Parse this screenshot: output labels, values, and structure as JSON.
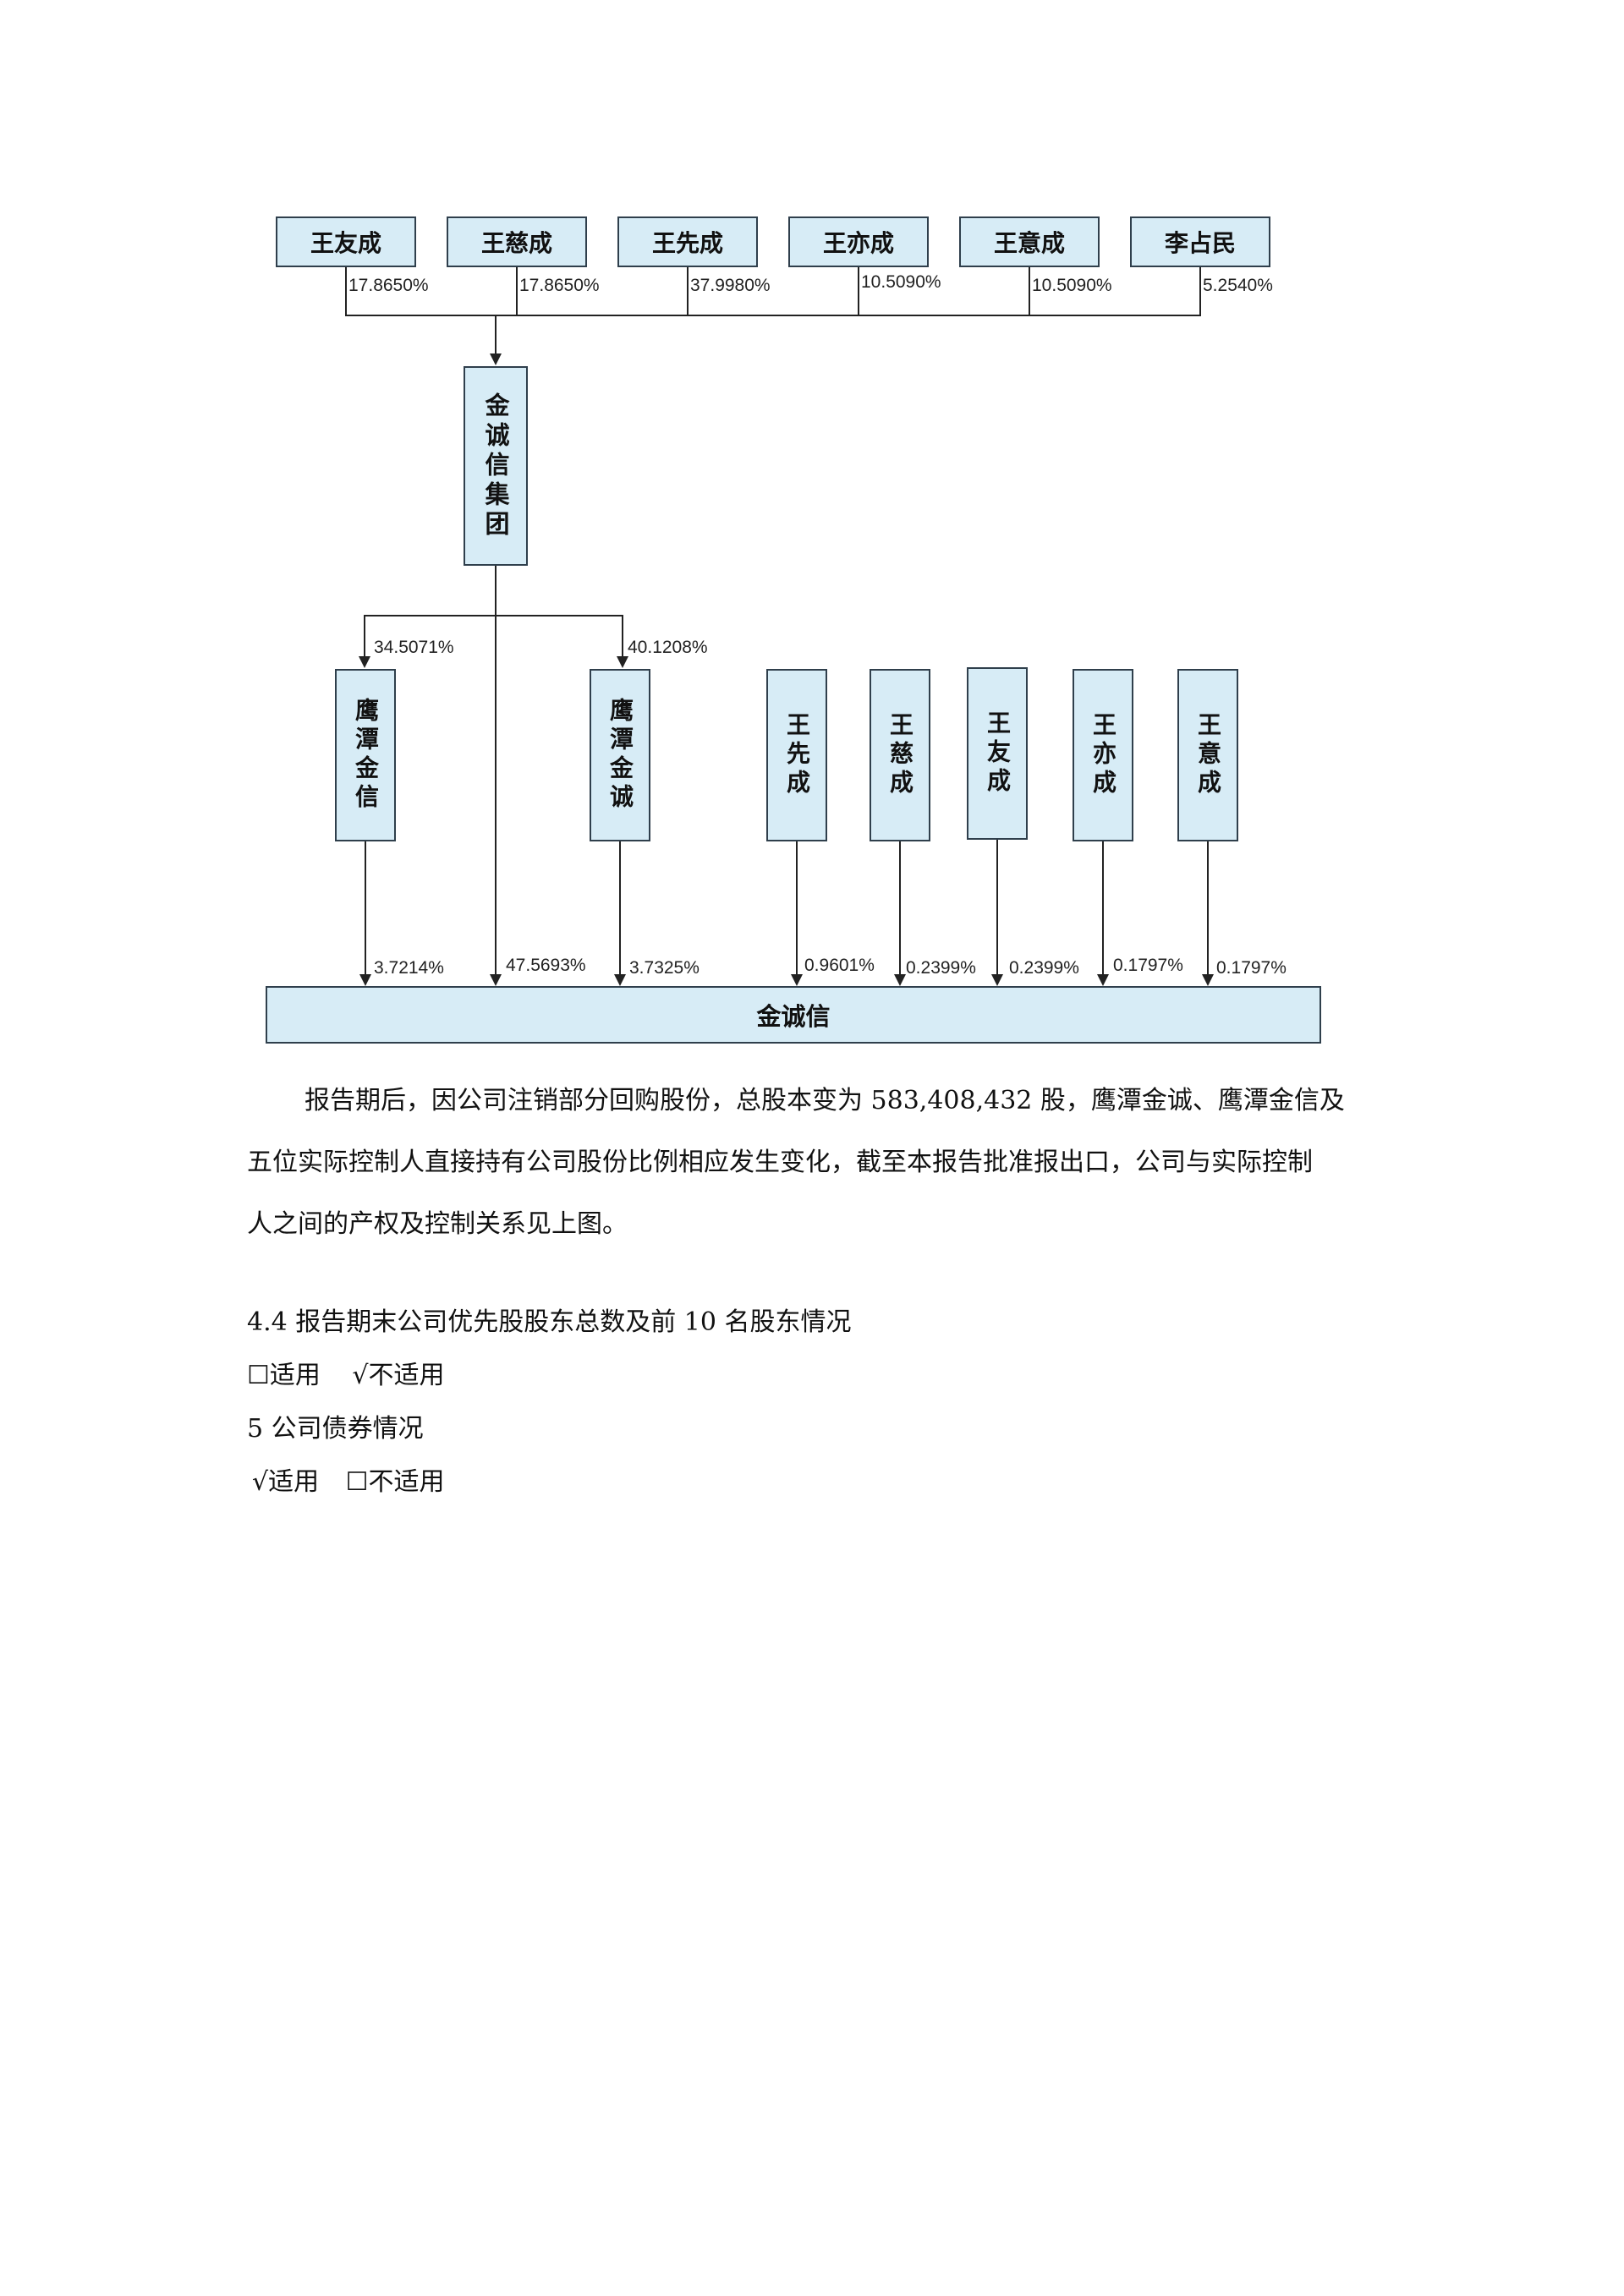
{
  "chart": {
    "top_holders": [
      {
        "name": "王友成",
        "pct": "17.8650%"
      },
      {
        "name": "王慈成",
        "pct": "17.8650%"
      },
      {
        "name": "王先成",
        "pct": "37.9980%"
      },
      {
        "name": "王亦成",
        "pct": "10.5090%"
      },
      {
        "name": "王意成",
        "pct": "10.5090%"
      },
      {
        "name": "李占民",
        "pct": "5.2540%"
      }
    ],
    "group": {
      "name": "金诚信集团"
    },
    "subsidiaries": [
      {
        "name": "鹰潭金信",
        "pct_from_group": "34.5071%",
        "pct_to_company": "3.7214%"
      },
      {
        "name": "鹰潭金诚",
        "pct_from_group": "40.1208%",
        "pct_to_company": "3.7325%"
      }
    ],
    "group_direct_pct": "47.5693%",
    "individuals": [
      {
        "name": "王先成",
        "pct": "0.9601%"
      },
      {
        "name": "王慈成",
        "pct": "0.2399%"
      },
      {
        "name": "王友成",
        "pct": "0.2399%"
      },
      {
        "name": "王亦成",
        "pct": "0.1797%"
      },
      {
        "name": "王意成",
        "pct": "0.1797%"
      }
    ],
    "company": {
      "name": "金诚信"
    }
  },
  "text": {
    "para_line1": "报告期后，因公司注销部分回购股份，总股本变为 583,408,432 股，鹰潭金诚、鹰潭金信及",
    "para_line2": "五位实际控制人直接持有公司股份比例相应发生变化，截至本报告批准报出口，公司与实际控制",
    "para_line3": "人之间的产权及控制关系见上图。",
    "sec44_title": "4.4 报告期末公司优先股股东总数及前 10 名股东情况",
    "sec44_options": "☐适用 √不适用",
    "sec5_title": "5    公司债券情况",
    "sec5_options": "√适用 ☐不适用"
  }
}
